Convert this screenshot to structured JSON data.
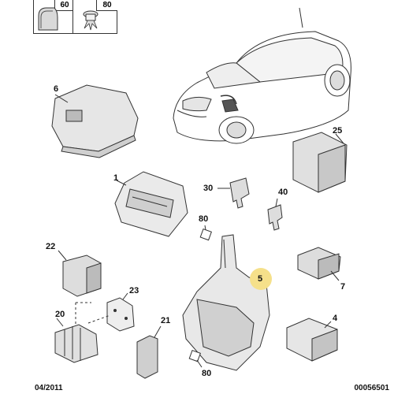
{
  "header": {
    "box1_number": "60",
    "box2_number": "80"
  },
  "labels": {
    "p6": "6",
    "p1": "1",
    "p25": "25",
    "p30": "30",
    "p40": "40",
    "p80a": "80",
    "p22": "22",
    "p23": "23",
    "p20": "20",
    "p21": "21",
    "p5": "5",
    "p7": "7",
    "p4": "4",
    "p80b": "80"
  },
  "footer": {
    "date": "04/2011",
    "code": "00056501"
  },
  "colors": {
    "highlight": "#f5e08a",
    "line": "#333333",
    "part_fill": "#e9e9e9",
    "part_dark": "#bdbdbd"
  }
}
